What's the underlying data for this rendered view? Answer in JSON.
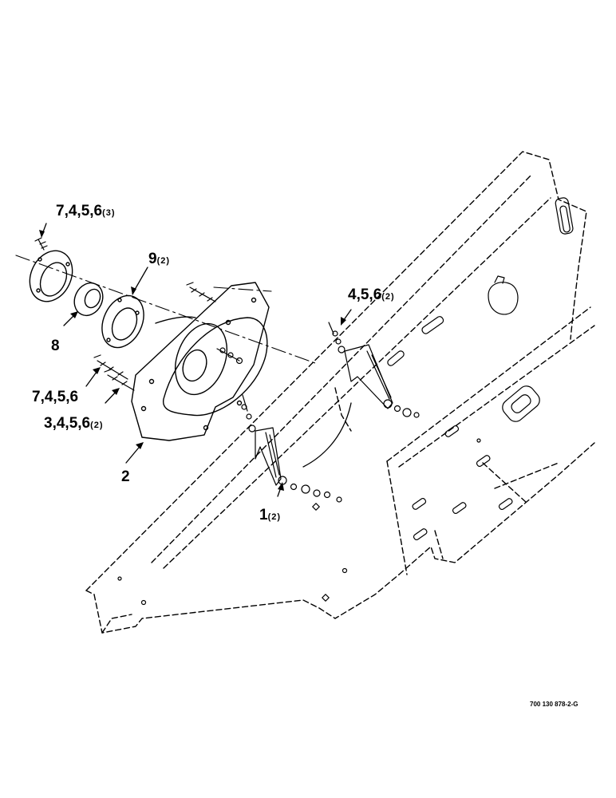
{
  "callouts": [
    {
      "id": "c1",
      "main": "7,4,5,6",
      "qty": "(3)"
    },
    {
      "id": "c2",
      "main": "9",
      "qty": "(2)"
    },
    {
      "id": "c3",
      "main": "8",
      "qty": ""
    },
    {
      "id": "c4",
      "main": "4,5,6",
      "qty": "(2)"
    },
    {
      "id": "c5",
      "main": "7,4,5,6",
      "qty": ""
    },
    {
      "id": "c6",
      "main": "3,4,5,6",
      "qty": "(2)"
    },
    {
      "id": "c7",
      "main": "2",
      "qty": ""
    },
    {
      "id": "c8",
      "main": "1",
      "qty": "(2)"
    }
  ],
  "drawing_number": "700 130 878-2-G",
  "colors": {
    "ink": "#000000",
    "paper": "#ffffff"
  }
}
